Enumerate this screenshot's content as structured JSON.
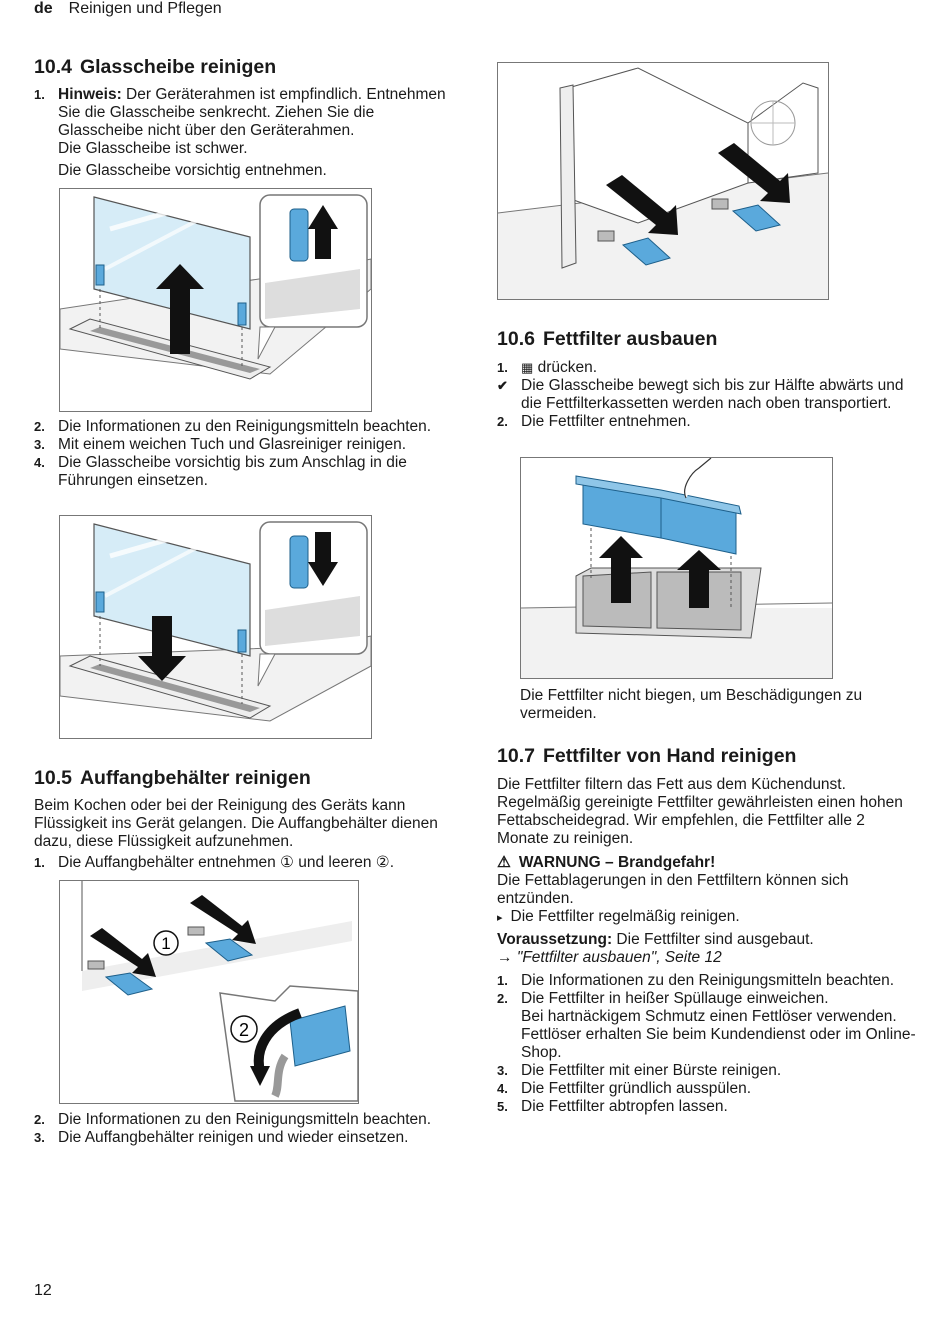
{
  "header": {
    "lang": "de",
    "title": "Reinigen und Pflegen"
  },
  "s104": {
    "num": "10.4",
    "title": "Glasscheibe reinigen",
    "step1_num": "1.",
    "step1_hint": "Hinweis:",
    "step1_text": " Der Geräterahmen ist empfindlich. Entnehmen Sie die Glasscheibe senkrecht. Ziehen Sie die Glasscheibe nicht über den Geräterahmen.",
    "step1_line2": "Die Glasscheibe ist schwer.",
    "step1_line3": "Die Glasscheibe vorsichtig entnehmen.",
    "steps": [
      {
        "n": "2.",
        "text": "Die Informationen zu den Reinigungsmitteln beachten."
      },
      {
        "n": "3.",
        "text": "Mit einem weichen Tuch und Glasreiniger reinigen."
      },
      {
        "n": "4.",
        "text": "Die Glasscheibe vorsichtig bis zum Anschlag in die Führungen einsetzen."
      }
    ]
  },
  "s105": {
    "num": "10.5",
    "title": "Auffangbehälter reinigen",
    "intro": "Beim Kochen oder bei der Reinigung des Geräts kann Flüssigkeit ins Gerät gelangen. Die Auffangbehälter dienen dazu, diese Flüssigkeit aufzunehmen.",
    "steps": [
      {
        "n": "1.",
        "text": "Die Auffangbehälter entnehmen ① und leeren ②."
      },
      {
        "n": "2.",
        "text": "Die Informationen zu den Reinigungsmitteln beachten."
      },
      {
        "n": "3.",
        "text": "Die Auffangbehälter reinigen und wieder einsetzen."
      }
    ],
    "fig_label_1": "1",
    "fig_label_2": "2"
  },
  "s106": {
    "num": "10.6",
    "title": "Fettfilter ausbauen",
    "steps": [
      {
        "n": "1.",
        "text": "drücken."
      },
      {
        "n": "✔",
        "text": "Die Glasscheibe bewegt sich bis zur Hälfte abwärts und die Fettfilterkassetten werden nach oben transportiert."
      },
      {
        "n": "2.",
        "text": "Die Fettfilter entnehmen."
      }
    ],
    "note": "Die Fettfilter nicht biegen, um Beschädigungen zu vermeiden."
  },
  "s107": {
    "num": "10.7",
    "title": "Fettfilter von Hand reinigen",
    "intro": "Die Fettfilter filtern das Fett aus dem Küchendunst. Regelmäßig gereinigte Fettfilter gewährleisten einen hohen Fettabscheidegrad. Wir empfehlen, die Fettfilter alle 2 Monate zu reinigen.",
    "warning_title": "WARNUNG – Brandgefahr!",
    "warning_text": "Die Fettablagerungen in den Fettfiltern können sich entzünden.",
    "warning_action": "Die Fettfilter regelmäßig reinigen.",
    "prereq_label": "Voraussetzung:",
    "prereq_text": " Die Fettfilter sind ausgebaut.",
    "xref": "\"Fettfilter ausbauen\", Seite 12",
    "steps": [
      {
        "n": "1.",
        "text": "Die Informationen zu den Reinigungsmitteln beachten."
      },
      {
        "n": "2.",
        "text": "Die Fettfilter in heißer Spüllauge einweichen."
      },
      {
        "n": "",
        "text": "Bei hartnäckigem Schmutz einen Fettlöser verwenden. Fettlöser erhalten Sie beim Kundendienst oder im Online-Shop."
      },
      {
        "n": "3.",
        "text": "Die Fettfilter mit einer Bürste reinigen."
      },
      {
        "n": "4.",
        "text": "Die Fettfilter gründlich ausspülen."
      },
      {
        "n": "5.",
        "text": "Die Fettfilter abtropfen lassen."
      }
    ]
  },
  "page_number": "12",
  "colors": {
    "blue": "#5aa9dc",
    "glass": "#d6ecf7",
    "arrow": "#111111",
    "border": "#777777"
  }
}
